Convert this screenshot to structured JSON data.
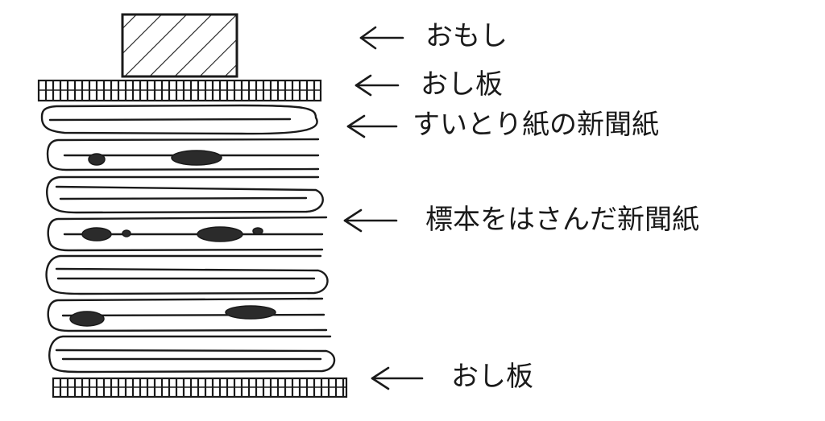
{
  "labels": {
    "weight": "おもし",
    "top_board": "おし板",
    "blotting_newspaper": "すいとり紙の新聞紙",
    "specimen_newspaper": "標本をはさんだ新聞紙",
    "bottom_board": "おし板"
  },
  "colors": {
    "ink": "#1a1a1a",
    "specimen": "#2b2b2b",
    "background": "#ffffff"
  }
}
